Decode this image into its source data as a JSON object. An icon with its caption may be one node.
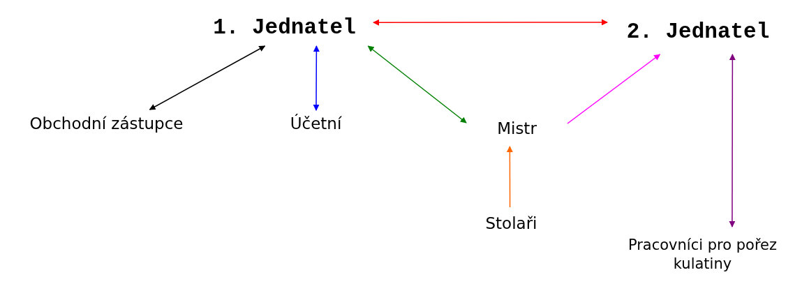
{
  "diagram": {
    "nodes": [
      {
        "text": [
          "1. Jednatel"
        ]
      },
      {
        "text": [
          "2. Jednatel"
        ]
      },
      {
        "text": [
          "Obchodní zástupce"
        ]
      },
      {
        "text": [
          "Účetní"
        ]
      },
      {
        "text": [
          "Mistr"
        ]
      },
      {
        "text": [
          "Stolaři"
        ]
      },
      {
        "text": [
          "Pracovníci pro pořez kulatiny"
        ]
      }
    ],
    "edges": [
      {
        "from": 0,
        "to": 1,
        "arrow": "both",
        "color": "#ff0000"
      },
      {
        "from": 0,
        "to": 2,
        "arrow": "both",
        "color": "#000000"
      },
      {
        "from": 0,
        "to": 3,
        "arrow": "both",
        "color": "#0000ff"
      },
      {
        "from": 0,
        "to": 4,
        "arrow": "both",
        "color": "#008000"
      },
      {
        "from": 4,
        "to": 1,
        "arrow": "to",
        "color": "#ff00ff"
      },
      {
        "from": 5,
        "to": 4,
        "arrow": "to",
        "color": "#ff6600"
      },
      {
        "from": 1,
        "to": 6,
        "arrow": "both",
        "color": "#800080"
      }
    ]
  }
}
